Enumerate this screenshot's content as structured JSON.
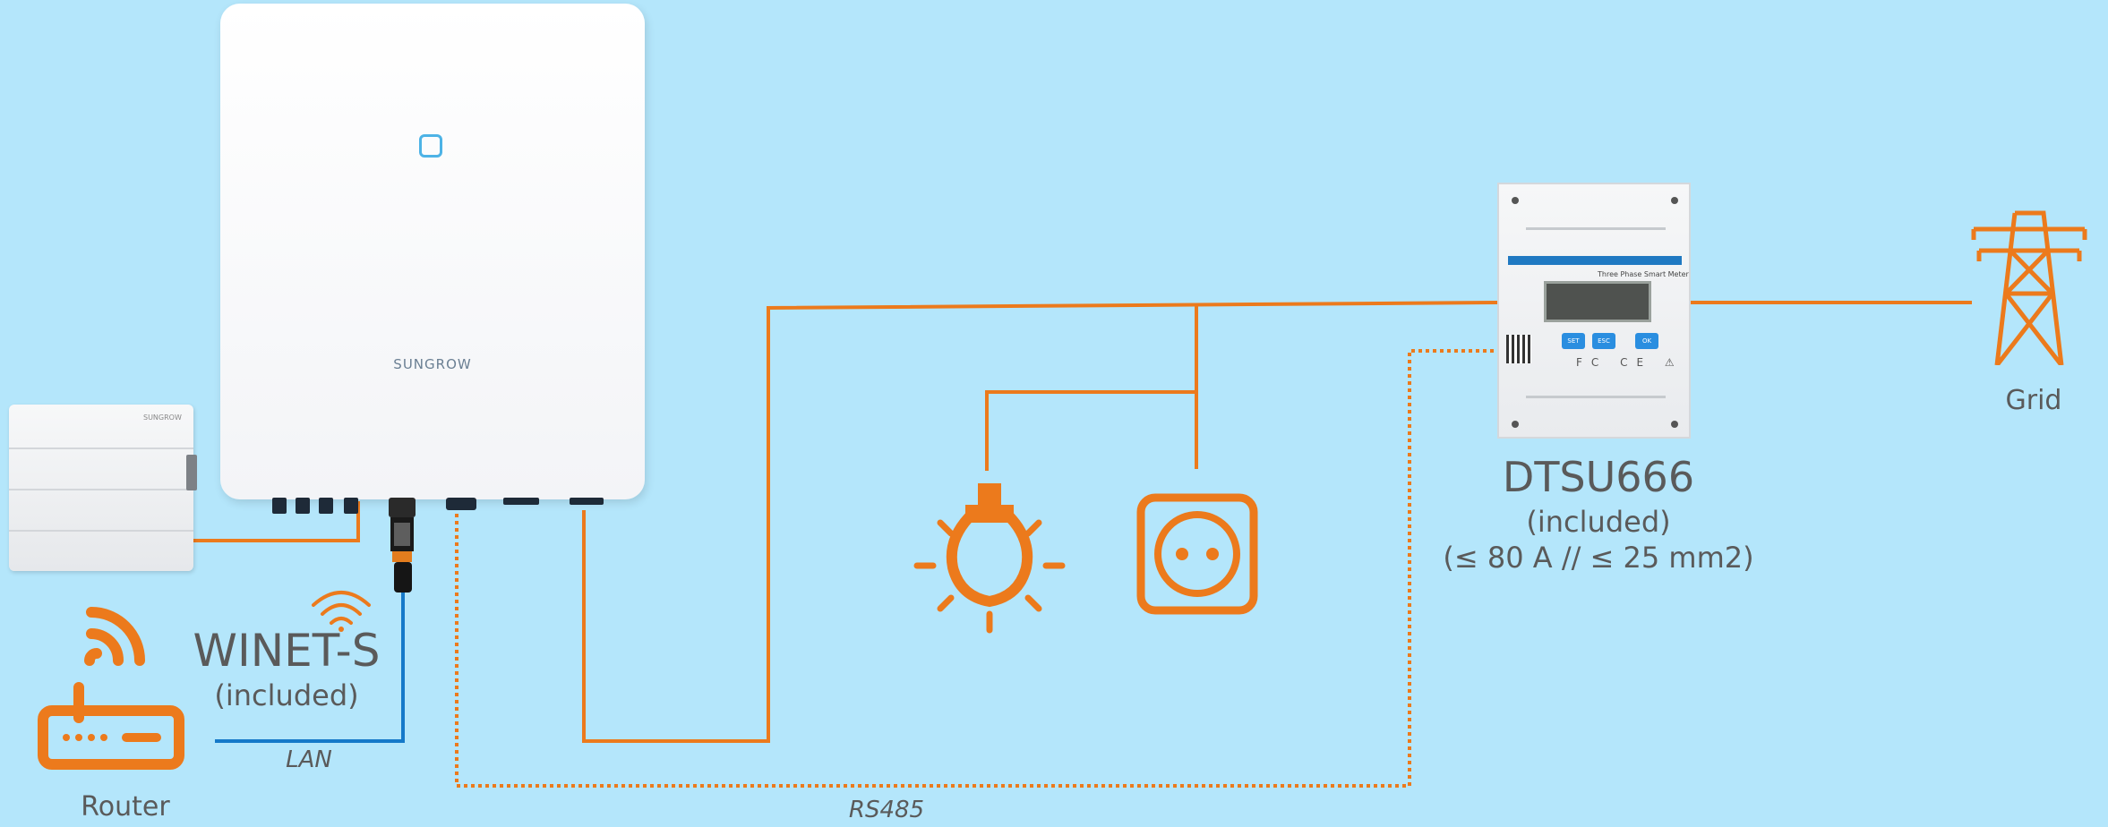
{
  "inverter": {
    "brand": "SUNGROW"
  },
  "battery": {
    "brand": "SUNGROW"
  },
  "winet": {
    "name": "WINET-S",
    "note": "(included)"
  },
  "router": {
    "label": "Router"
  },
  "meter": {
    "name": "DTSU666",
    "note": "(included)",
    "spec": "(≤ 80 A // ≤ 25 mm2)",
    "panel_title": "Three Phase Smart Meter",
    "buttons": [
      "SET",
      "ESC",
      "OK"
    ],
    "marks": "FC CE ⚠"
  },
  "grid": {
    "label": "Grid"
  },
  "cables": {
    "lan": "LAN",
    "rs485": "RS485"
  },
  "colors": {
    "background": "#b4e6fb",
    "power_line": "#ec7a1c",
    "lan_line": "#1579c9",
    "rs485_line": "#ec7a1c",
    "label_text": "#5a5a5a"
  },
  "icons": {
    "router": "router-icon",
    "wifi": "wifi-icon",
    "bulb": "light-bulb-icon",
    "socket": "power-socket-icon",
    "pylon": "transmission-tower-icon"
  }
}
